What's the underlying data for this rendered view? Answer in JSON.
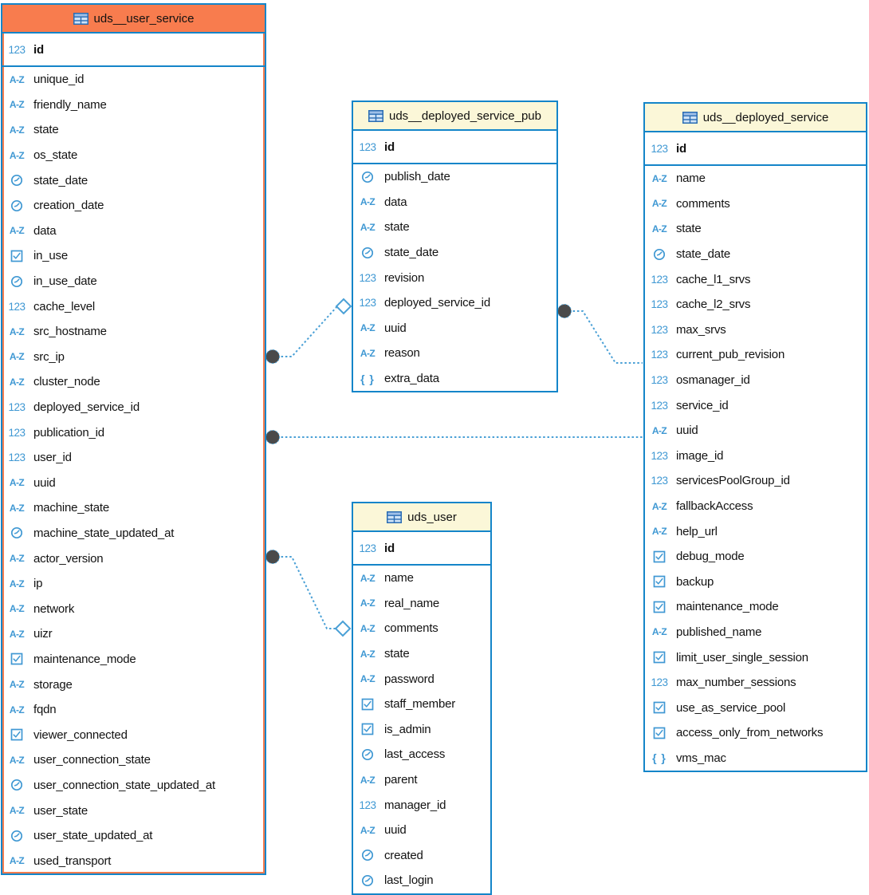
{
  "diagram": {
    "tables": [
      {
        "name": "uds__user_service",
        "selected": true,
        "columns": [
          {
            "icon": "numeric-icon",
            "name": "id",
            "pk": true
          },
          {
            "icon": "text-icon",
            "name": "unique_id"
          },
          {
            "icon": "text-icon",
            "name": "friendly_name"
          },
          {
            "icon": "text-icon",
            "name": "state"
          },
          {
            "icon": "text-icon",
            "name": "os_state"
          },
          {
            "icon": "datetime-icon",
            "name": "state_date"
          },
          {
            "icon": "datetime-icon",
            "name": "creation_date"
          },
          {
            "icon": "text-icon",
            "name": "data"
          },
          {
            "icon": "boolean-icon",
            "name": "in_use"
          },
          {
            "icon": "datetime-icon",
            "name": "in_use_date"
          },
          {
            "icon": "numeric-icon",
            "name": "cache_level"
          },
          {
            "icon": "text-icon",
            "name": "src_hostname"
          },
          {
            "icon": "text-icon",
            "name": "src_ip"
          },
          {
            "icon": "text-icon",
            "name": "cluster_node"
          },
          {
            "icon": "numeric-icon",
            "name": "deployed_service_id"
          },
          {
            "icon": "numeric-icon",
            "name": "publication_id"
          },
          {
            "icon": "numeric-icon",
            "name": "user_id"
          },
          {
            "icon": "text-icon",
            "name": "uuid"
          },
          {
            "icon": "text-icon",
            "name": "machine_state"
          },
          {
            "icon": "datetime-icon",
            "name": "machine_state_updated_at"
          },
          {
            "icon": "text-icon",
            "name": "actor_version"
          },
          {
            "icon": "text-icon",
            "name": "ip"
          },
          {
            "icon": "text-icon",
            "name": "network"
          },
          {
            "icon": "text-icon",
            "name": "uizr"
          },
          {
            "icon": "boolean-icon",
            "name": "maintenance_mode"
          },
          {
            "icon": "text-icon",
            "name": "storage"
          },
          {
            "icon": "text-icon",
            "name": "fqdn"
          },
          {
            "icon": "boolean-icon",
            "name": "viewer_connected"
          },
          {
            "icon": "text-icon",
            "name": "user_connection_state"
          },
          {
            "icon": "datetime-icon",
            "name": "user_connection_state_updated_at"
          },
          {
            "icon": "text-icon",
            "name": "user_state"
          },
          {
            "icon": "datetime-icon",
            "name": "user_state_updated_at"
          },
          {
            "icon": "text-icon",
            "name": "used_transport"
          }
        ]
      },
      {
        "name": "uds__deployed_service_pub",
        "selected": false,
        "columns": [
          {
            "icon": "numeric-icon",
            "name": "id",
            "pk": true
          },
          {
            "icon": "datetime-icon",
            "name": "publish_date"
          },
          {
            "icon": "text-icon",
            "name": "data"
          },
          {
            "icon": "text-icon",
            "name": "state"
          },
          {
            "icon": "datetime-icon",
            "name": "state_date"
          },
          {
            "icon": "numeric-icon",
            "name": "revision"
          },
          {
            "icon": "numeric-icon",
            "name": "deployed_service_id"
          },
          {
            "icon": "text-icon",
            "name": "uuid"
          },
          {
            "icon": "text-icon",
            "name": "reason"
          },
          {
            "icon": "json-icon",
            "name": "extra_data"
          }
        ]
      },
      {
        "name": "uds_user",
        "selected": false,
        "columns": [
          {
            "icon": "numeric-icon",
            "name": "id",
            "pk": true
          },
          {
            "icon": "text-icon",
            "name": "name"
          },
          {
            "icon": "text-icon",
            "name": "real_name"
          },
          {
            "icon": "text-icon",
            "name": "comments"
          },
          {
            "icon": "text-icon",
            "name": "state"
          },
          {
            "icon": "text-icon",
            "name": "password"
          },
          {
            "icon": "boolean-icon",
            "name": "staff_member"
          },
          {
            "icon": "boolean-icon",
            "name": "is_admin"
          },
          {
            "icon": "datetime-icon",
            "name": "last_access"
          },
          {
            "icon": "text-icon",
            "name": "parent"
          },
          {
            "icon": "numeric-icon",
            "name": "manager_id"
          },
          {
            "icon": "text-icon",
            "name": "uuid"
          },
          {
            "icon": "datetime-icon",
            "name": "created"
          },
          {
            "icon": "datetime-icon",
            "name": "last_login"
          }
        ]
      },
      {
        "name": "uds__deployed_service",
        "selected": false,
        "columns": [
          {
            "icon": "numeric-icon",
            "name": "id",
            "pk": true
          },
          {
            "icon": "text-icon",
            "name": "name"
          },
          {
            "icon": "text-icon",
            "name": "comments"
          },
          {
            "icon": "text-icon",
            "name": "state"
          },
          {
            "icon": "datetime-icon",
            "name": "state_date"
          },
          {
            "icon": "numeric-icon",
            "name": "cache_l1_srvs"
          },
          {
            "icon": "numeric-icon",
            "name": "cache_l2_srvs"
          },
          {
            "icon": "numeric-icon",
            "name": "max_srvs"
          },
          {
            "icon": "numeric-icon",
            "name": "current_pub_revision"
          },
          {
            "icon": "numeric-icon",
            "name": "osmanager_id"
          },
          {
            "icon": "numeric-icon",
            "name": "service_id"
          },
          {
            "icon": "text-icon",
            "name": "uuid"
          },
          {
            "icon": "numeric-icon",
            "name": "image_id"
          },
          {
            "icon": "numeric-icon",
            "name": "servicesPoolGroup_id"
          },
          {
            "icon": "text-icon",
            "name": "fallbackAccess"
          },
          {
            "icon": "text-icon",
            "name": "help_url"
          },
          {
            "icon": "boolean-icon",
            "name": "debug_mode"
          },
          {
            "icon": "boolean-icon",
            "name": "backup"
          },
          {
            "icon": "boolean-icon",
            "name": "maintenance_mode"
          },
          {
            "icon": "text-icon",
            "name": "published_name"
          },
          {
            "icon": "boolean-icon",
            "name": "limit_user_single_session"
          },
          {
            "icon": "numeric-icon",
            "name": "max_number_sessions"
          },
          {
            "icon": "boolean-icon",
            "name": "use_as_service_pool"
          },
          {
            "icon": "boolean-icon",
            "name": "access_only_from_networks"
          },
          {
            "icon": "json-icon",
            "name": "vms_mac"
          }
        ]
      }
    ],
    "relations": [
      {
        "from": "uds__user_service",
        "to": "uds__deployed_service_pub",
        "from_marker": "dot",
        "to_marker": "diamond"
      },
      {
        "from": "uds__user_service",
        "to": "uds__deployed_service",
        "from_marker": "dot",
        "to_marker": "none"
      },
      {
        "from": "uds__deployed_service_pub",
        "to": "uds__deployed_service",
        "from_marker": "dot",
        "to_marker": "none"
      },
      {
        "from": "uds__user_service",
        "to": "uds_user",
        "from_marker": "dot",
        "to_marker": "diamond"
      }
    ],
    "icon_glyphs": {
      "numeric-icon": "123",
      "text-icon": "A-Z",
      "json-icon": "{ }"
    },
    "colors": {
      "table_border": "#1485c9",
      "selected_highlight": "#f87c4e",
      "header_background": "#fbf7d8",
      "type_icon_blue": "#3f98d3",
      "relation_line": "#4aa0d6",
      "relation_dot": "#4a4a4a"
    }
  }
}
